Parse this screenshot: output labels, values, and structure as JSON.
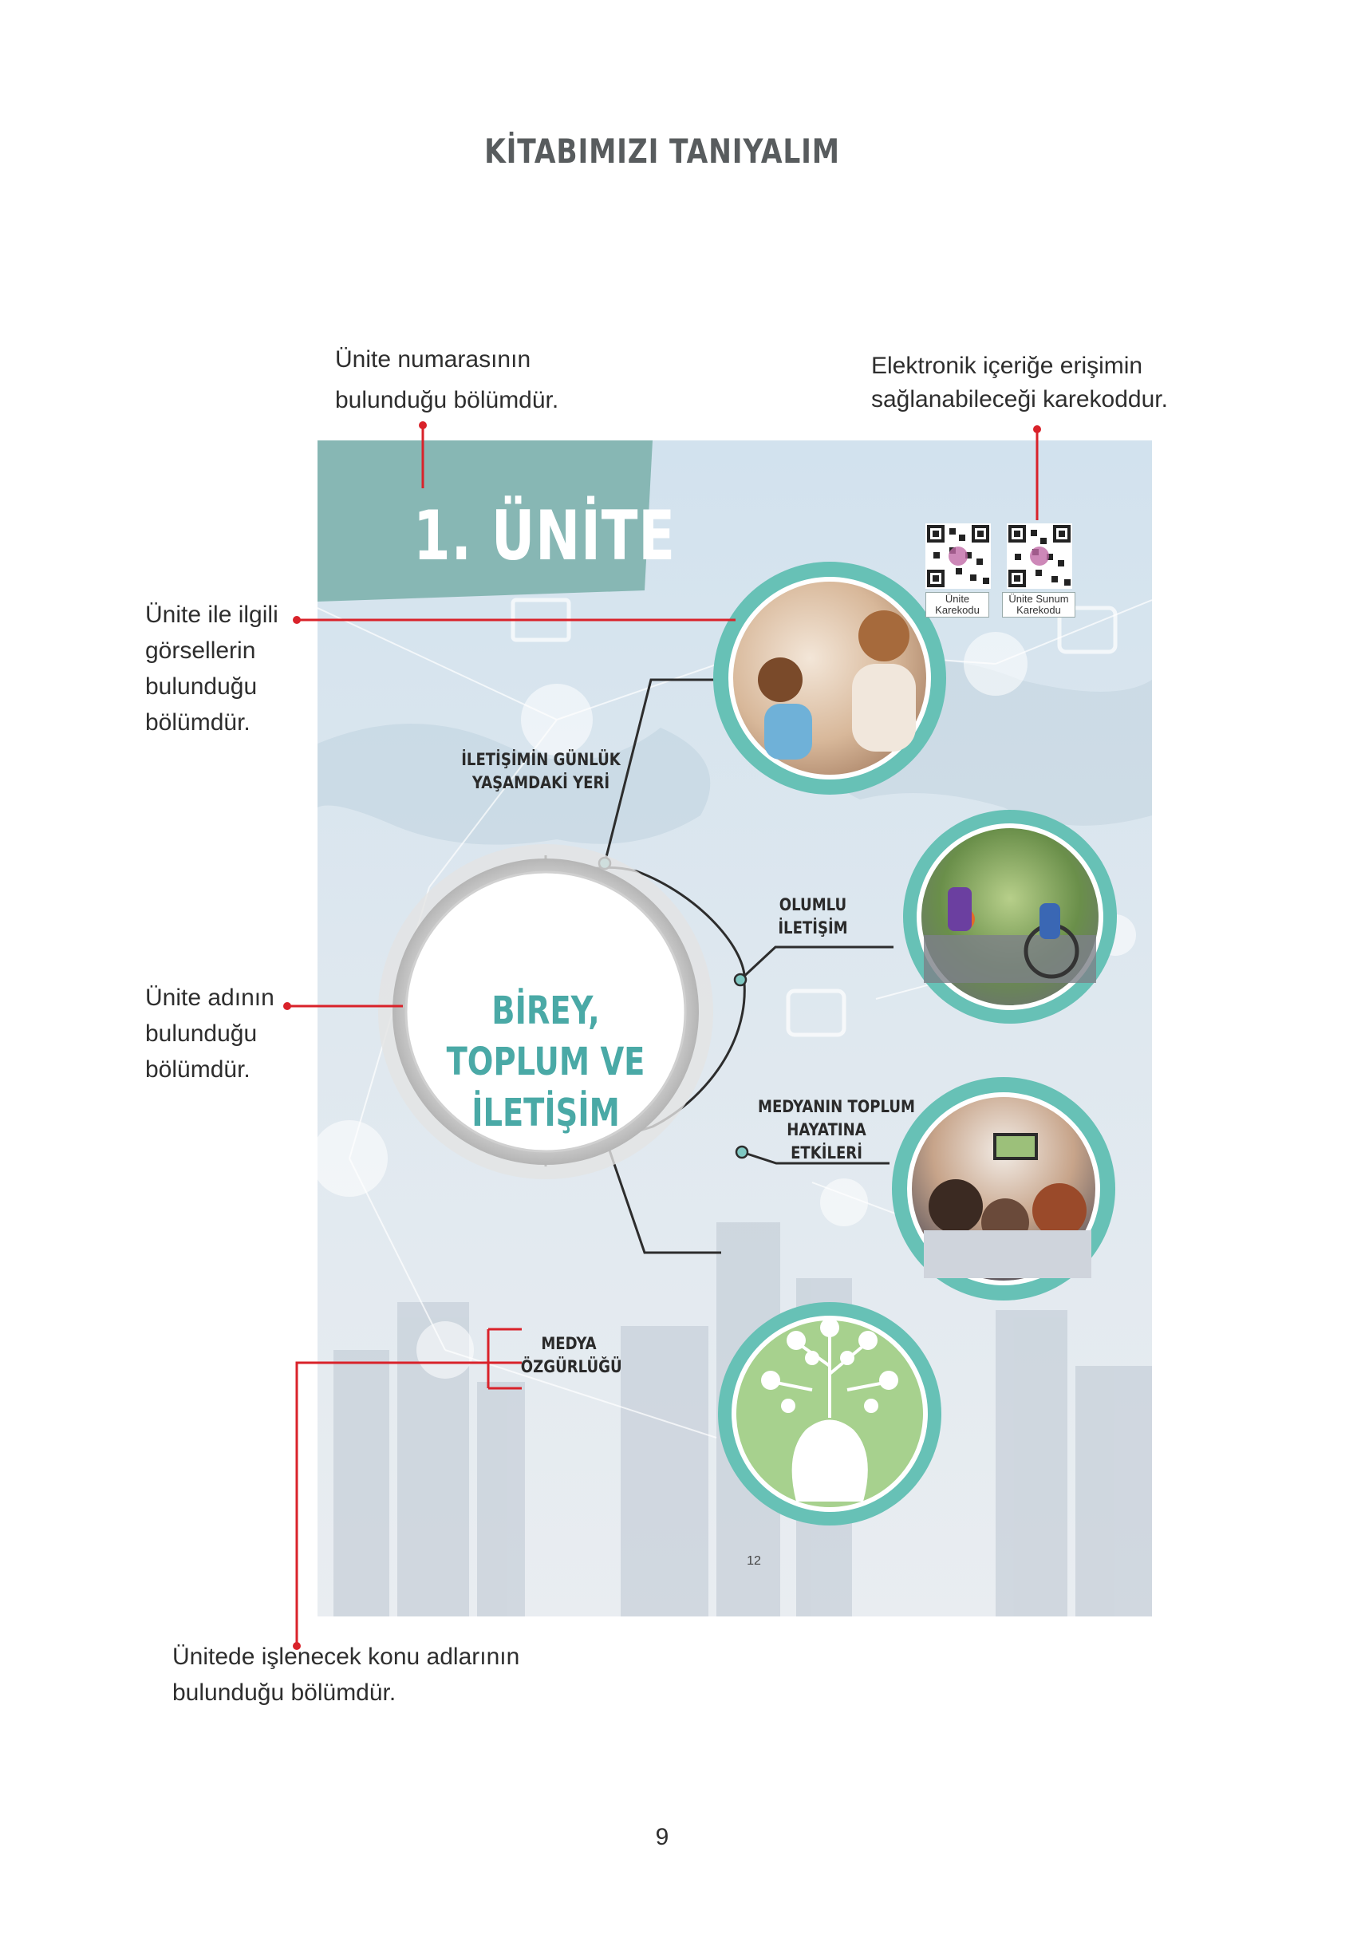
{
  "page": {
    "title": "KİTABIMIZI TANIYALIM",
    "number": "9"
  },
  "annotations": {
    "unit_number": [
      "Ünite numarasının",
      "bulunduğu bölümdür."
    ],
    "qr_code": [
      "Elektronik içeriğe erişimin",
      "sağlanabileceği karekoddur."
    ],
    "images": [
      "Ünite ile ilgili",
      "görsellerin",
      "bulunduğu",
      "bölümdür."
    ],
    "unit_name": [
      "Ünite adının",
      "bulunduğu",
      "bölümdür."
    ],
    "topics": [
      "Ünitede işlenecek konu adlarının",
      "bulunduğu bölümdür."
    ]
  },
  "unit_page": {
    "unit_number": "1. ÜNİTE",
    "unit_name": [
      "BİREY,",
      "TOPLUM VE",
      "İLETİŞİM"
    ],
    "qr_codes": [
      {
        "label": [
          "Ünite",
          "Karekodu"
        ]
      },
      {
        "label": [
          "Ünite Sunum",
          "Karekodu"
        ]
      }
    ],
    "topics": [
      {
        "lines": [
          "İLETİŞİMİN GÜNLÜK",
          "YAŞAMDAKİ YERİ"
        ]
      },
      {
        "lines": [
          "OLUMLU",
          "İLETİŞİM"
        ]
      },
      {
        "lines": [
          "MEDYANIN TOPLUM",
          "HAYATINA",
          "ETKİLERİ"
        ]
      },
      {
        "lines": [
          "MEDYA",
          "ÖZGÜRLÜĞÜ"
        ]
      }
    ],
    "page_number": "12"
  },
  "colors": {
    "accent_red": "#d9222a",
    "teal": "#4aa9a6",
    "banner": "#87b7b4",
    "panel_bg": "#d7e3ec"
  }
}
